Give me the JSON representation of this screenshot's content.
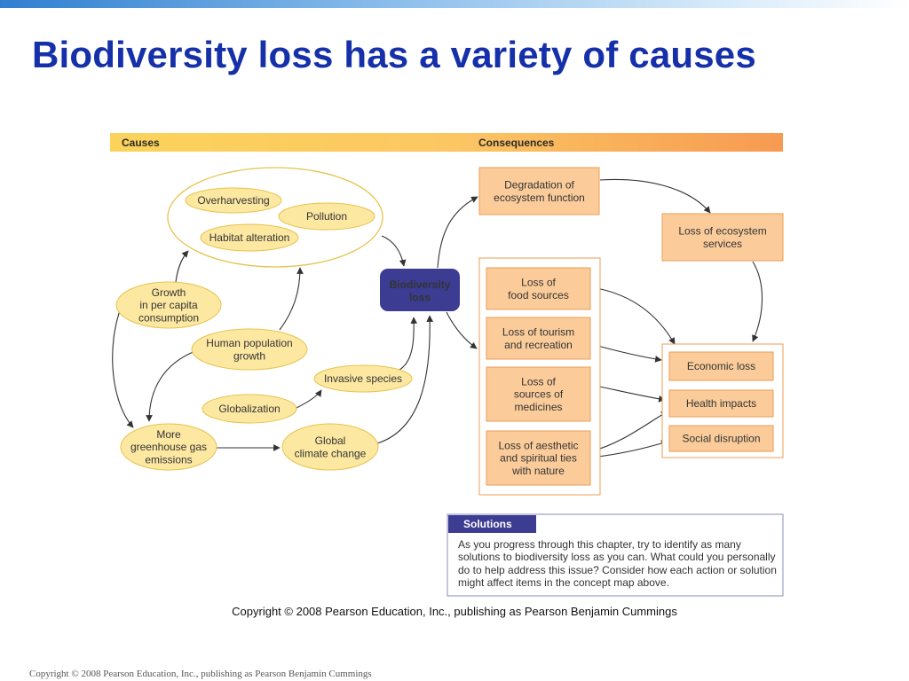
{
  "slide": {
    "title": "Biodiversity loss has a variety of causes",
    "footer": "Copyright © 2008 Pearson Education, Inc., publishing as Pearson Benjamin Cummings"
  },
  "figure": {
    "header": {
      "causes": "Causes",
      "consequences": "Consequences"
    },
    "causes": {
      "group": [
        {
          "id": "overharvesting",
          "lines": [
            "Overharvesting"
          ]
        },
        {
          "id": "pollution",
          "lines": [
            "Pollution"
          ]
        },
        {
          "id": "habitat-alteration",
          "lines": [
            "Habitat alteration"
          ]
        }
      ],
      "drivers": [
        {
          "id": "growth-consumption",
          "lines": [
            "Growth",
            "in per capita",
            "consumption"
          ]
        },
        {
          "id": "human-population-growth",
          "lines": [
            "Human population",
            "growth"
          ]
        },
        {
          "id": "invasive-species",
          "lines": [
            "Invasive species"
          ]
        },
        {
          "id": "globalization",
          "lines": [
            "Globalization"
          ]
        },
        {
          "id": "greenhouse-gas",
          "lines": [
            "More",
            "greenhouse gas",
            "emissions"
          ]
        },
        {
          "id": "climate-change",
          "lines": [
            "Global",
            "climate change"
          ]
        }
      ]
    },
    "center": {
      "lines": [
        "Biodiversity",
        "loss"
      ]
    },
    "consequences": {
      "degradation": {
        "lines": [
          "Degradation of",
          "ecosystem function"
        ]
      },
      "ecosystem_services": {
        "lines": [
          "Loss of ecosystem",
          "services"
        ]
      },
      "losses": [
        {
          "id": "food-sources",
          "lines": [
            "Loss of",
            "food sources"
          ]
        },
        {
          "id": "tourism",
          "lines": [
            "Loss of tourism",
            "and recreation"
          ]
        },
        {
          "id": "medicines",
          "lines": [
            "Loss of",
            "sources of",
            "medicines"
          ]
        },
        {
          "id": "aesthetic",
          "lines": [
            "Loss of aesthetic",
            "and spiritual ties",
            "with nature"
          ]
        }
      ],
      "impacts": [
        {
          "id": "economic-loss",
          "lines": [
            "Economic loss"
          ]
        },
        {
          "id": "health-impacts",
          "lines": [
            "Health impacts"
          ]
        },
        {
          "id": "social-disruption",
          "lines": [
            "Social disruption"
          ]
        }
      ]
    },
    "solutions": {
      "heading": "Solutions",
      "text": "As you progress through this chapter, try to identify as many solutions to biodiversity loss as you can.  What could you personally do to help address this issue?  Consider how each action or solution might affect items in the concept map above."
    },
    "credit": "Copyright © 2008 Pearson Education, Inc., publishing as Pearson Benjamin Cummings"
  },
  "colors": {
    "title": "#1530a8",
    "cause_fill": "#fde8a2",
    "cause_stroke": "#e7c34e",
    "consequence_fill": "#fbcc9a",
    "consequence_stroke": "#eb9c55",
    "center_fill": "#3b3c92",
    "solutions_accent": "#3b3c92"
  }
}
